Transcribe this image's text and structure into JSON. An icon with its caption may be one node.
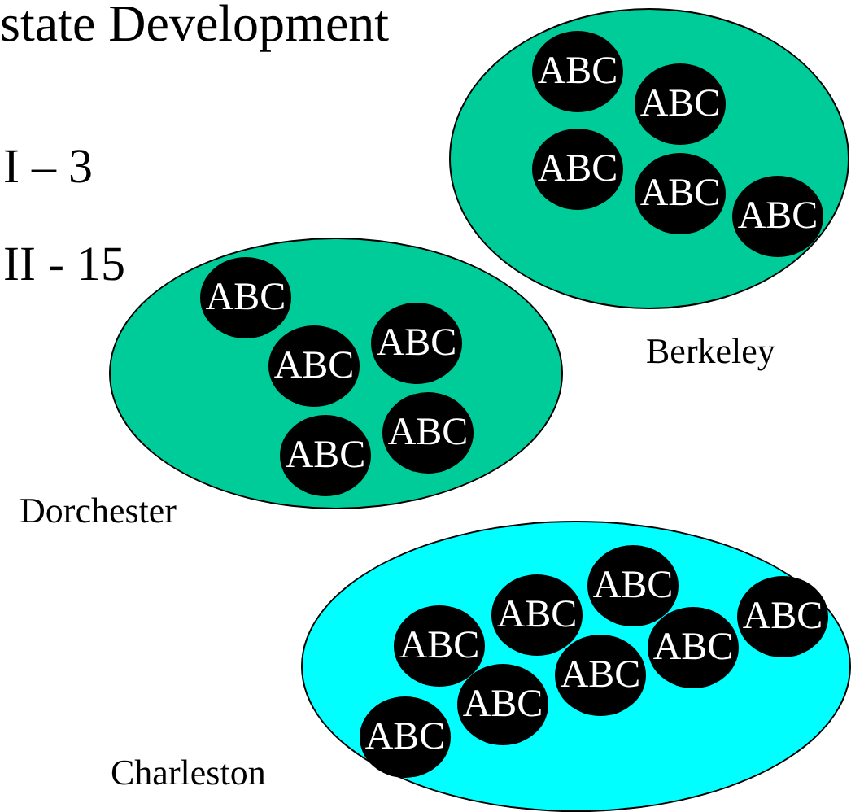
{
  "diagram": {
    "title": "state Development",
    "nodes": [
      {
        "text": [],
        "shape": "ellipse",
        "beside": [
          "Berkeley"
        ]
      },
      {
        "text": [
          "ABC"
        ],
        "in": 0
      },
      {
        "text": [
          "ABC"
        ],
        "in": 0
      },
      {
        "text": [
          "ABC"
        ],
        "in": 0
      },
      {
        "text": [
          "ABC"
        ],
        "in": 0
      },
      {
        "text": [
          "ABC"
        ],
        "in": 0
      },
      {
        "text": [],
        "shape": "ellipse",
        "beside": [
          "Dorchester"
        ]
      },
      {
        "text": [
          "ABC"
        ],
        "in": 6
      },
      {
        "text": [
          "ABC"
        ],
        "in": 6
      },
      {
        "text": [
          "ABC"
        ],
        "in": 6
      },
      {
        "text": [
          "ABC"
        ],
        "in": 6
      },
      {
        "text": [
          "ABC"
        ],
        "in": 6
      },
      {
        "text": [],
        "shape": "ellipse",
        "beside": [
          "Charleston"
        ]
      },
      {
        "text": [
          "ABC"
        ],
        "in": 12
      },
      {
        "text": [
          "ABC"
        ],
        "in": 12
      },
      {
        "text": [
          "ABC"
        ],
        "in": 12
      },
      {
        "text": [
          "ABC"
        ],
        "in": 12
      },
      {
        "text": [
          "ABC"
        ],
        "in": 12
      },
      {
        "text": [
          "ABC"
        ],
        "in": 12
      },
      {
        "text": [
          "ABC"
        ],
        "in": 12
      },
      {
        "text": [
          "ABC"
        ],
        "in": 12
      }
    ],
    "labels": [
      "I – 3",
      "II - 15"
    ]
  }
}
